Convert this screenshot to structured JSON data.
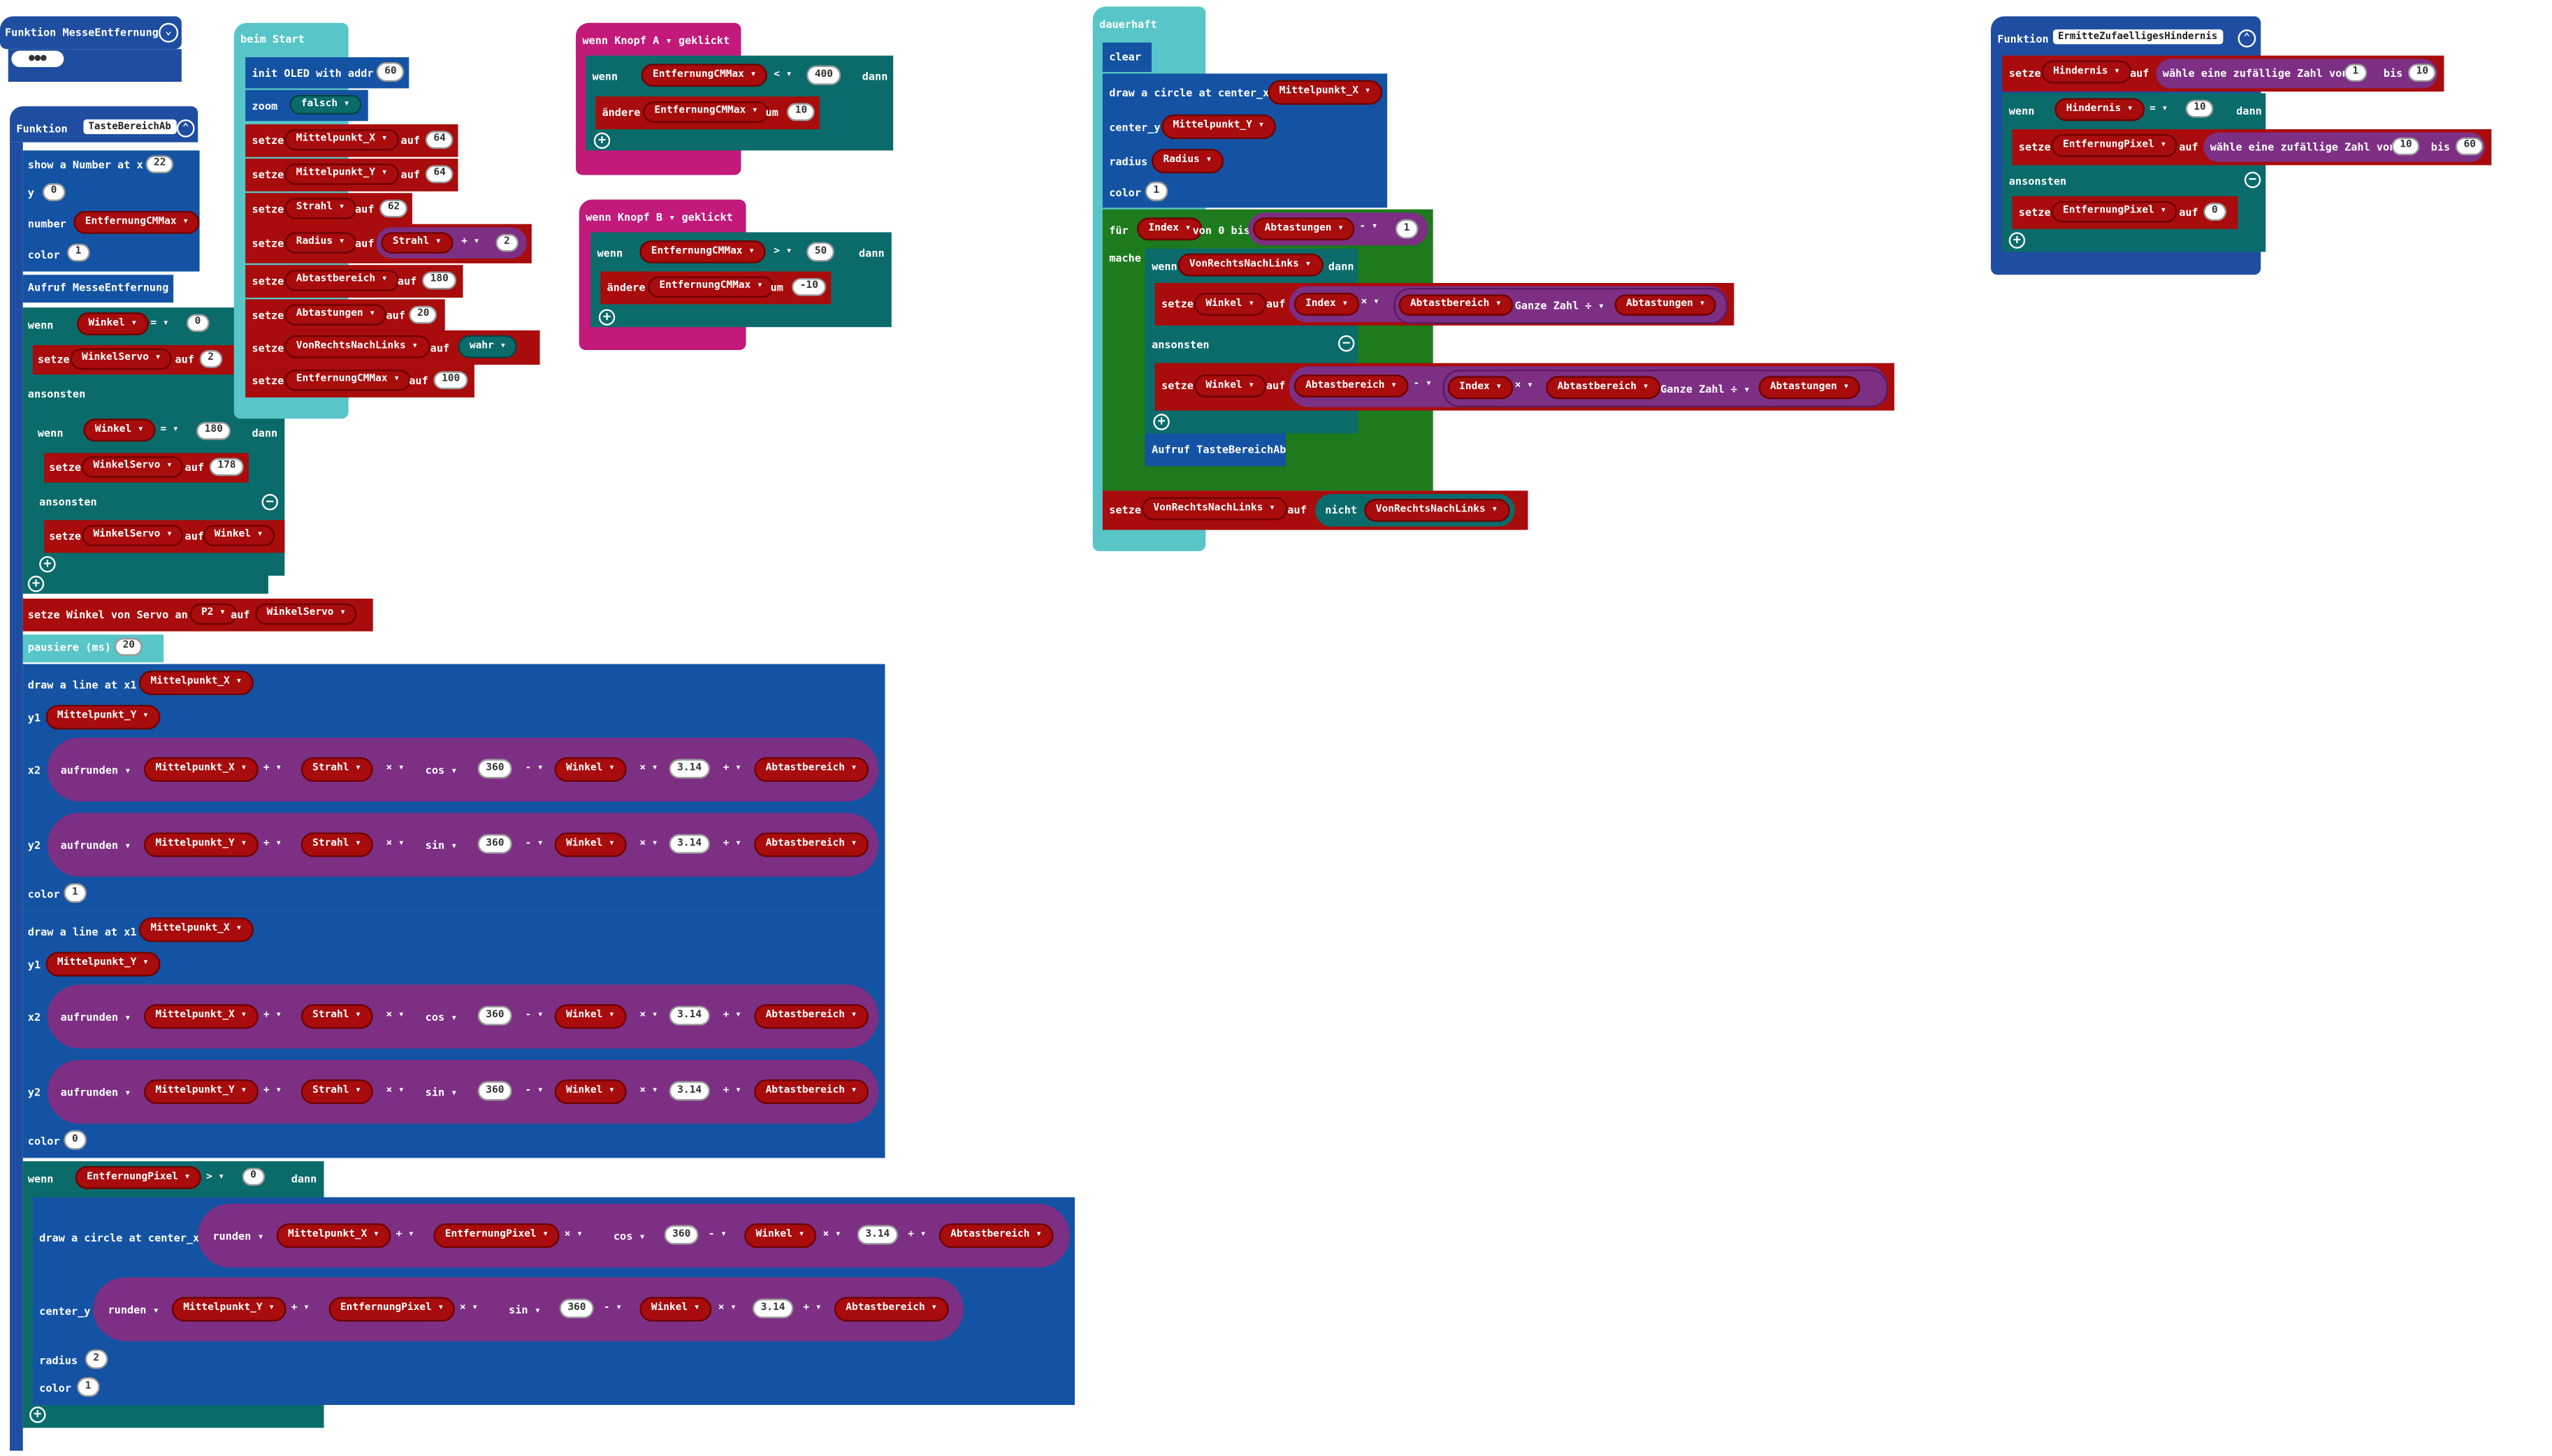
{
  "blocks": {
    "messe": {
      "label": "Funktion MesseEntfernung",
      "more": "●●●"
    },
    "taste": {
      "label": "Funktion",
      "name": "TasteBereichAb"
    },
    "ermitte": {
      "label": "Funktion",
      "name": "ErmitteZufaelligesHindernis"
    },
    "start": "beim Start",
    "dauerhaft": "dauerhaft",
    "knopfA": "wenn Knopf  A ▾  geklickt",
    "knopfB": "wenn Knopf  B ▾  geklickt"
  },
  "t": {
    "show": "show a Number at x",
    "y": "y",
    "number": "number",
    "color": "color",
    "aufruf_messe": "Aufruf MesseEntfernung",
    "wenn": "wenn",
    "dann": "dann",
    "setze": "setze",
    "auf": "auf",
    "ansonsten": "ansonsten",
    "servo": "setze Winkel von Servo an",
    "pausiere": "pausiere (ms)",
    "drawline": "draw a line at x1",
    "y1": "y1",
    "x2": "x2",
    "y2": "y2",
    "aufrunden": "aufrunden ▾",
    "runden": "runden ▾",
    "cos": "cos ▾",
    "sin": "sin ▾",
    "drawcircle": "draw a circle at center_x",
    "center_y": "center_y",
    "radius": "radius",
    "clear": "clear",
    "fuer": "für",
    "von0bis": "von 0 bis",
    "mache": "mache",
    "aufruf_taste": "Aufruf TasteBereichAb",
    "nicht": "nicht",
    "ganzezahl": "Ganze Zahl ÷ ▾",
    "initoled": "init OLED with addr",
    "zoom": "zoom",
    "aendere": "ändere",
    "um": "um",
    "waehle": "wähle eine zufällige Zahl von",
    "bis": "bis"
  },
  "v": {
    "Winkel": "Winkel ▾",
    "WinkelServo": "WinkelServo ▾",
    "MX": "Mittelpunkt_X ▾",
    "MY": "Mittelpunkt_Y ▾",
    "Strahl": "Strahl ▾",
    "Abtast": "Abtastbereich ▾",
    "Abtastungen": "Abtastungen ▾",
    "EPix": "EntfernungPixel ▾",
    "ECM": "EntfernungCMMax ▾",
    "Radius": "Radius ▾",
    "VRNL": "VonRechtsNachLinks ▾",
    "Index": "Index ▾",
    "Hindernis": "Hindernis ▾",
    "P2": "P2 ▾",
    "falsch": "falsch ▾",
    "wahr": "wahr ▾"
  },
  "n": {
    "22": "22",
    "0": "0",
    "1": "1",
    "2": "2",
    "180": "180",
    "178": "178",
    "20": "20",
    "360": "360",
    "314": "3.14",
    "64": "64",
    "62": "62",
    "100": "100",
    "60": "60",
    "400": "400",
    "10": "10",
    "m10": "-10",
    "50": "50"
  },
  "ops": {
    "eq": "= ▾",
    "plus": "+ ▾",
    "minus": "- ▾",
    "times": "× ▾",
    "gt": "> ▾",
    "lt": "< ▾"
  }
}
